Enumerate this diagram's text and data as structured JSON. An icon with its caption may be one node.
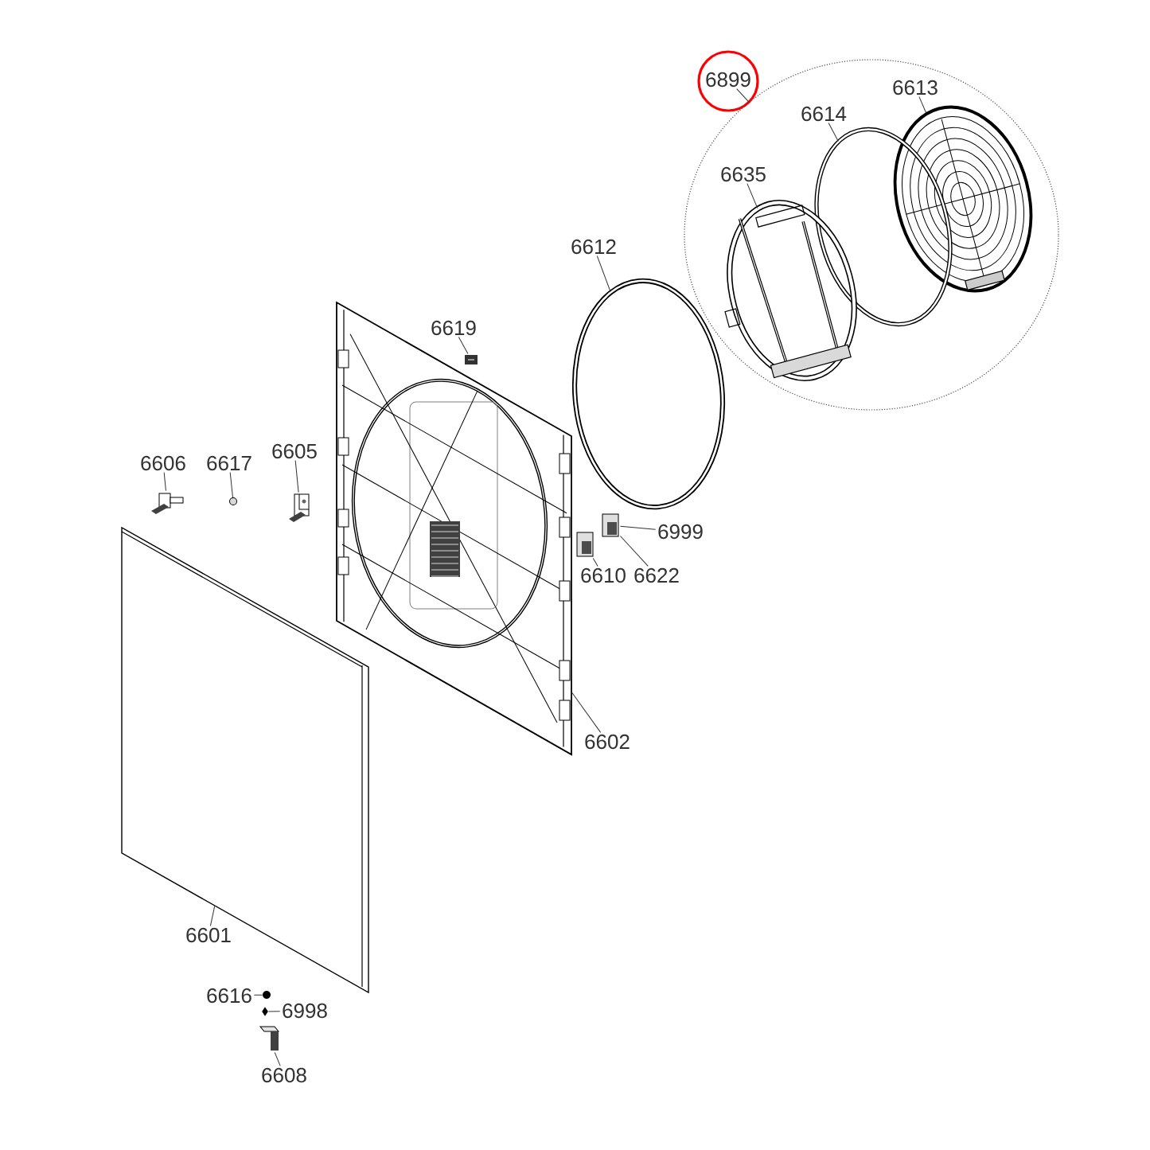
{
  "diagram": {
    "nodes": [
      {
        "text": [
          "6899"
        ]
      },
      {
        "text": [],
        "shape": "cloud"
      },
      {
        "text": [
          "6613"
        ],
        "in": 1
      },
      {
        "text": [],
        "shape": "picture",
        "in": 1
      },
      {
        "text": [
          "6614"
        ],
        "in": 1
      },
      {
        "text": [],
        "shape": "circle",
        "in": 1
      },
      {
        "text": [
          "6635"
        ],
        "in": 1
      },
      {
        "text": [],
        "shape": "picture",
        "in": 1
      },
      {
        "text": [
          "6612"
        ]
      },
      {
        "text": [],
        "shape": "circle"
      },
      {
        "text": [
          "6619"
        ]
      },
      {
        "text": [],
        "shape": "picture"
      },
      {
        "text": [
          "6606"
        ]
      },
      {
        "text": [],
        "shape": "picture"
      },
      {
        "text": [
          "6617"
        ]
      },
      {
        "text": [],
        "shape": "circle"
      },
      {
        "text": [
          "6605"
        ]
      },
      {
        "text": [],
        "shape": "picture"
      },
      {
        "text": [
          "6999"
        ]
      },
      {
        "text": [],
        "shape": "picture"
      },
      {
        "text": [
          "6610"
        ]
      },
      {
        "text": [],
        "shape": "picture"
      },
      {
        "text": [
          "6622"
        ]
      },
      {
        "text": [
          "6602"
        ]
      },
      {
        "text": [],
        "shape": "picture"
      },
      {
        "text": [
          "6601"
        ]
      },
      {
        "text": [],
        "shape": "picture"
      },
      {
        "text": [
          "6616"
        ]
      },
      {
        "text": [],
        "shape": "picture"
      },
      {
        "text": [
          "6998"
        ]
      },
      {
        "text": [],
        "shape": "picture"
      },
      {
        "text": [
          "6608"
        ]
      },
      {
        "text": [],
        "shape": "picture"
      }
    ],
    "edges": [
      {
        "from": 0,
        "to": 1,
        "arrow": "none"
      },
      {
        "from": 2,
        "to": 3,
        "arrow": "none"
      },
      {
        "from": 4,
        "to": 5,
        "arrow": "none"
      },
      {
        "from": 6,
        "to": 7,
        "arrow": "none"
      },
      {
        "from": 8,
        "to": 9,
        "arrow": "none"
      },
      {
        "from": 10,
        "to": 11,
        "arrow": "none"
      },
      {
        "from": 12,
        "to": 13,
        "arrow": "none"
      },
      {
        "from": 14,
        "to": 15,
        "arrow": "none"
      },
      {
        "from": 16,
        "to": 17,
        "arrow": "none"
      },
      {
        "from": 18,
        "to": 19,
        "arrow": "none"
      },
      {
        "from": 20,
        "to": 21,
        "arrow": "none"
      },
      {
        "from": 22,
        "to": 19,
        "arrow": "none"
      },
      {
        "from": 23,
        "to": 24,
        "arrow": "none"
      },
      {
        "from": 25,
        "to": 26,
        "arrow": "none"
      },
      {
        "from": 27,
        "to": 28,
        "arrow": "none"
      },
      {
        "from": 29,
        "to": 30,
        "arrow": "none"
      },
      {
        "from": 31,
        "to": 32,
        "arrow": "none"
      }
    ]
  }
}
